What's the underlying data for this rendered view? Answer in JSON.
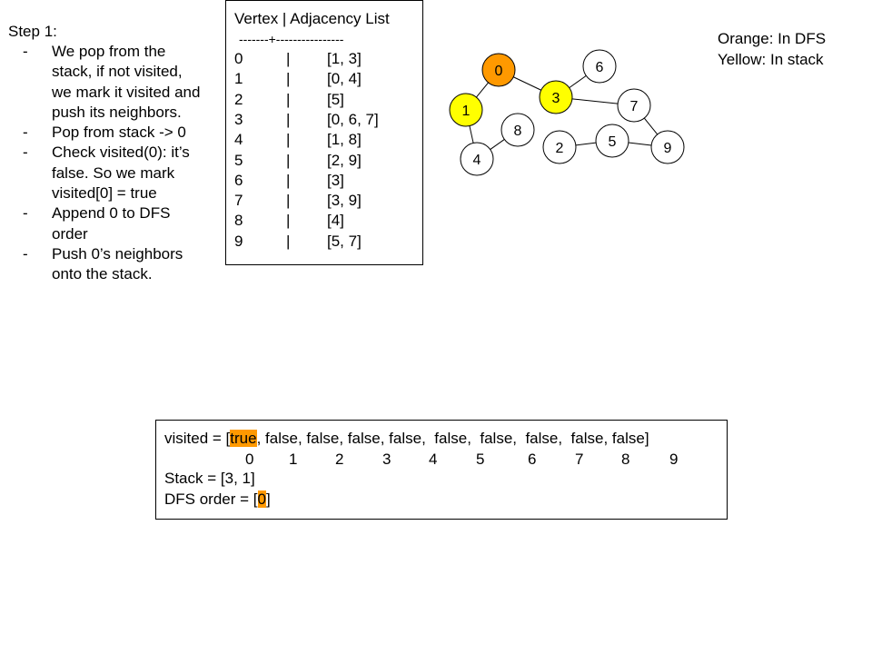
{
  "step": {
    "title": "Step 1:",
    "bullets": [
      "We pop from the stack, if not visited, we mark it visited and push its neighbors.",
      "Pop from stack -> 0",
      "Check visited(0): it’s false. So we mark visited[0] = true",
      "Append 0 to DFS order",
      "Push 0’s neighbors onto the stack."
    ],
    "bullet_marker": "-"
  },
  "adjacency": {
    "header": "Vertex | Adjacency List",
    "separator": "-------+----------------",
    "bar": "|",
    "rows": [
      {
        "vertex": "0",
        "list": "[1, 3]"
      },
      {
        "vertex": "1",
        "list": "[0, 4]"
      },
      {
        "vertex": "2",
        "list": "[5]"
      },
      {
        "vertex": "3",
        "list": "[0, 6, 7]"
      },
      {
        "vertex": "4",
        "list": "[1, 8]"
      },
      {
        "vertex": "5",
        "list": "[2, 9]"
      },
      {
        "vertex": "6",
        "list": "[3]"
      },
      {
        "vertex": "7",
        "list": "[3, 9]"
      },
      {
        "vertex": "8",
        "list": "[4]"
      },
      {
        "vertex": "9",
        "list": "[5, 7]"
      }
    ]
  },
  "legend": {
    "orange": "Orange: In DFS",
    "yellow": "Yellow: In stack"
  },
  "colors": {
    "in_dfs": "#ff9900",
    "in_stack": "#ffff00",
    "default": "#ffffff",
    "highlight": "#ff9900"
  },
  "graph": {
    "nodes": [
      {
        "label": "0",
        "state": "in_dfs"
      },
      {
        "label": "1",
        "state": "in_stack"
      },
      {
        "label": "2",
        "state": "default"
      },
      {
        "label": "3",
        "state": "in_stack"
      },
      {
        "label": "4",
        "state": "default"
      },
      {
        "label": "5",
        "state": "default"
      },
      {
        "label": "6",
        "state": "default"
      },
      {
        "label": "7",
        "state": "default"
      },
      {
        "label": "8",
        "state": "default"
      },
      {
        "label": "9",
        "state": "default"
      }
    ],
    "edges": [
      [
        "0",
        "1"
      ],
      [
        "0",
        "3"
      ],
      [
        "1",
        "4"
      ],
      [
        "4",
        "8"
      ],
      [
        "3",
        "6"
      ],
      [
        "3",
        "7"
      ],
      [
        "7",
        "9"
      ],
      [
        "2",
        "5"
      ],
      [
        "5",
        "9"
      ]
    ]
  },
  "state": {
    "visited_prefix": "visited = [",
    "visited_values": [
      "true",
      "false",
      "false",
      "false",
      "false",
      "false",
      "false",
      "false",
      "false",
      "false"
    ],
    "visited_suffix": "]",
    "indices": [
      "0",
      "1",
      "2",
      "3",
      "4",
      "5",
      "6",
      "7",
      "8",
      "9"
    ],
    "stack_line": "Stack = [3, 1]",
    "dfs_prefix": "DFS order = [",
    "dfs_values": [
      "0"
    ],
    "dfs_suffix": "]"
  }
}
